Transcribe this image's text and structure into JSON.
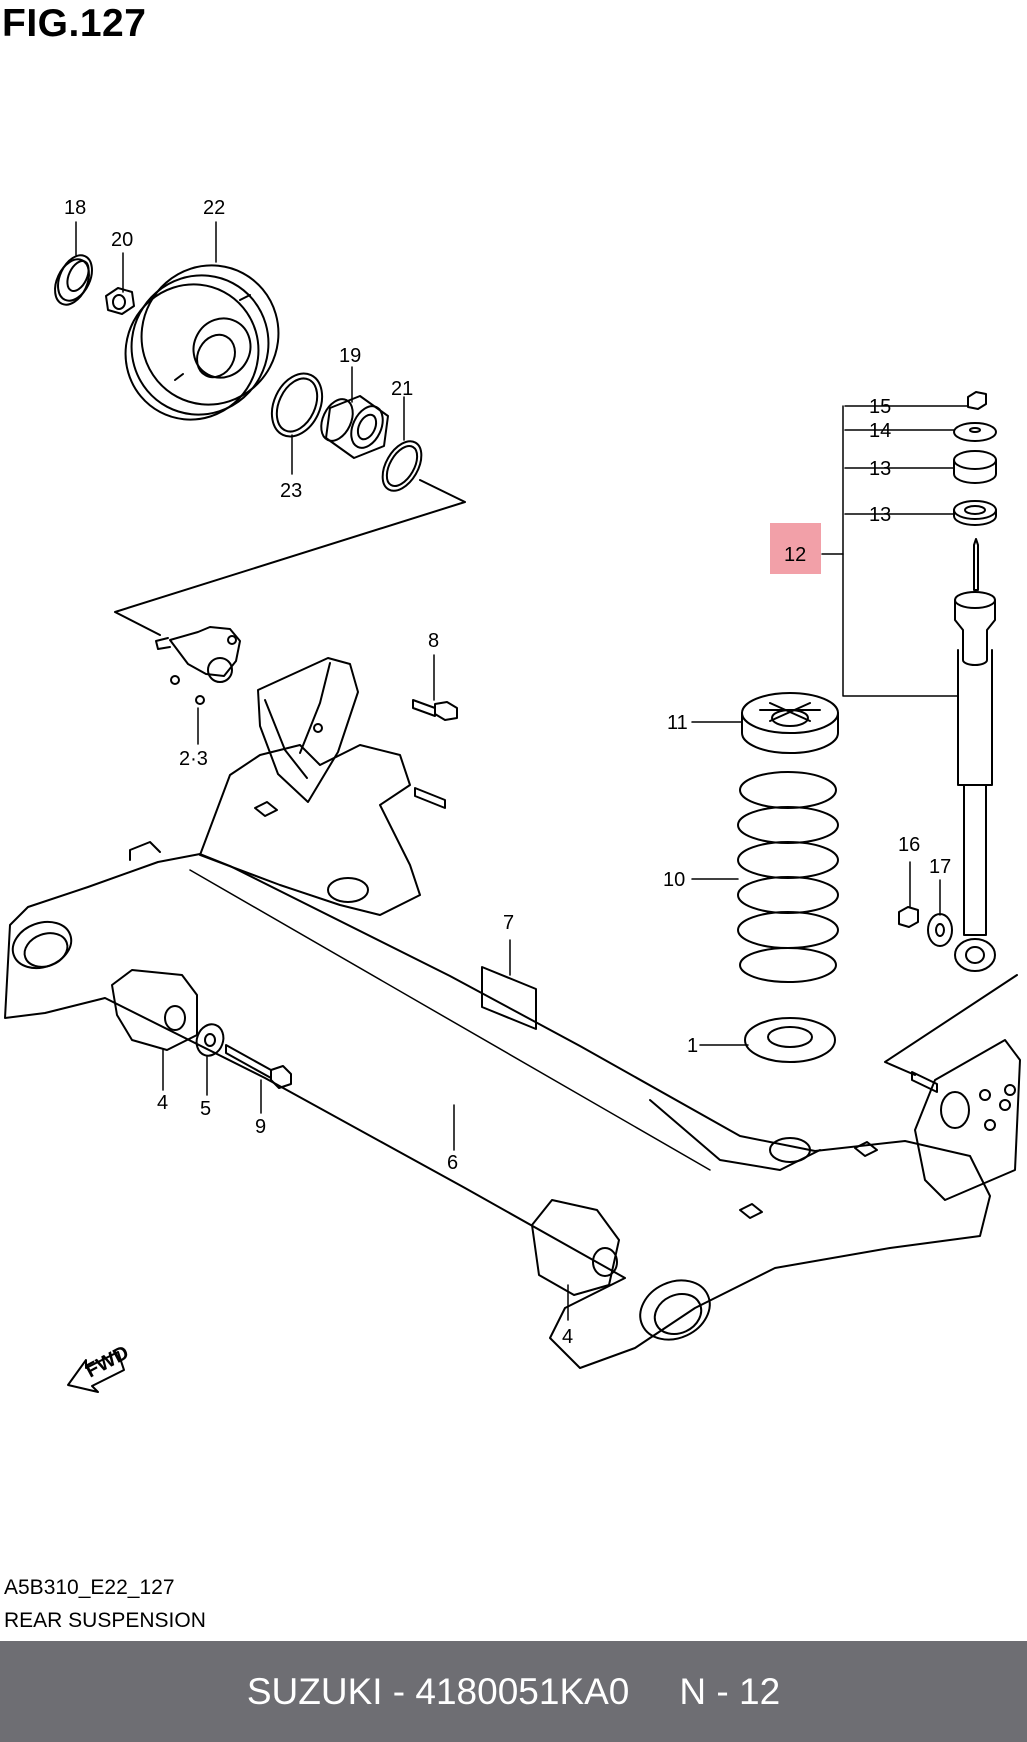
{
  "figure": {
    "title": "FIG.127"
  },
  "callouts": [
    "18",
    "22",
    "20",
    "19",
    "21",
    "23",
    "8",
    "2·3",
    "15",
    "14",
    "13",
    "13",
    "12",
    "11",
    "10",
    "16",
    "17",
    "7",
    "1",
    "4",
    "5",
    "9",
    "6",
    "4"
  ],
  "highlight": {
    "label": "12",
    "color": "#f2a0a8"
  },
  "fwd_label": "FWD",
  "drawing_code": "A5B310_E22_127",
  "section": "REAR SUSPENSION",
  "footer": {
    "part_number": "SUZUKI - 4180051KA0",
    "reference": "N - 12",
    "background": "#6e6e73"
  }
}
